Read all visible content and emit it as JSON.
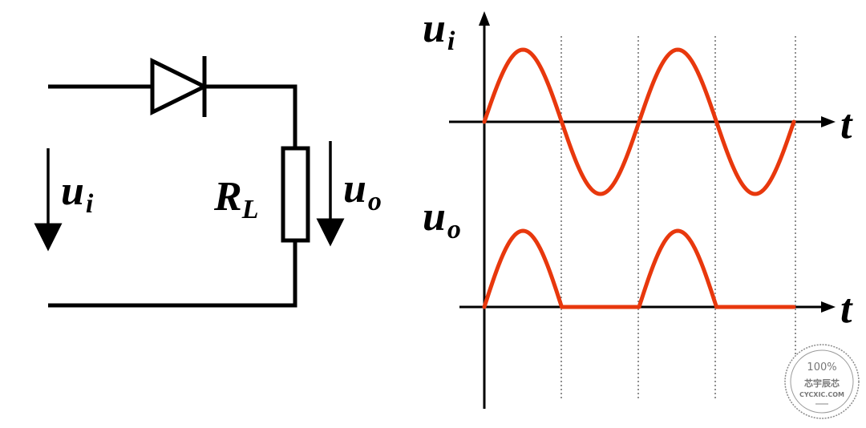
{
  "circuit": {
    "input_label": "u",
    "input_sub": "i",
    "resistor_label": "R",
    "resistor_sub": "L",
    "output_label": "u",
    "output_sub": "o"
  },
  "waveforms": {
    "input_axis_label": "u",
    "input_axis_sub": "i",
    "output_axis_label": "u",
    "output_axis_sub": "o",
    "time_label_top": "t",
    "time_label_bottom": "t",
    "wave_color": "#e8380d"
  },
  "watermark": {
    "top_text": "100%",
    "middle_text": "芯宇辰芯",
    "bottom_text": "CYCXIC.COM"
  }
}
